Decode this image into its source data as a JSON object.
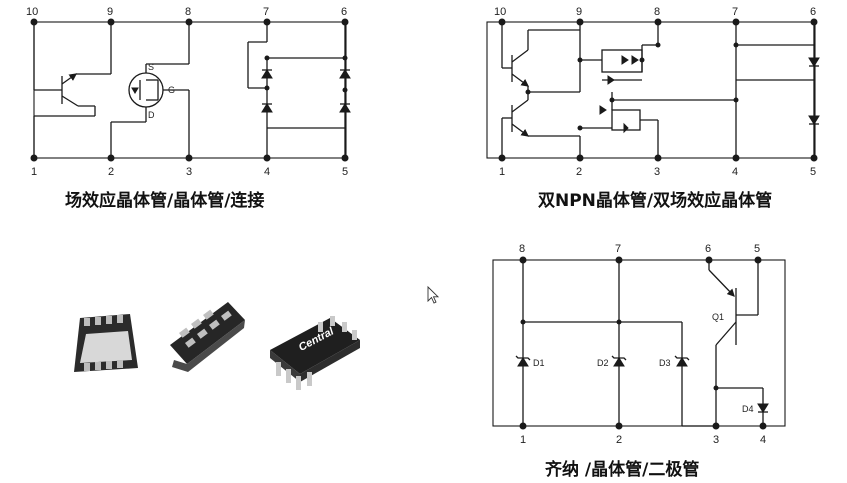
{
  "diagrams": [
    {
      "caption": "场效应晶体管/晶体管/连接",
      "top_pins": [
        "10",
        "9",
        "8",
        "7",
        "6"
      ],
      "bottom_pins": [
        "1",
        "2",
        "3",
        "4",
        "5"
      ],
      "mosfet_labels": {
        "s": "S",
        "g": "G",
        "d": "D"
      }
    },
    {
      "caption": "双NPN晶体管/双场效应晶体管",
      "top_pins": [
        "10",
        "9",
        "8",
        "7",
        "6"
      ],
      "bottom_pins": [
        "1",
        "2",
        "3",
        "4",
        "5"
      ]
    },
    {
      "caption": "齐纳 /晶体管/二极管",
      "top_pins": [
        "8",
        "7",
        "6",
        "5"
      ],
      "bottom_pins": [
        "1",
        "2",
        "3",
        "4"
      ],
      "parts": {
        "d1": "D1",
        "d2": "D2",
        "d3": "D3",
        "d4": "D4",
        "q1": "Q1"
      }
    }
  ],
  "package_brand": "Central"
}
